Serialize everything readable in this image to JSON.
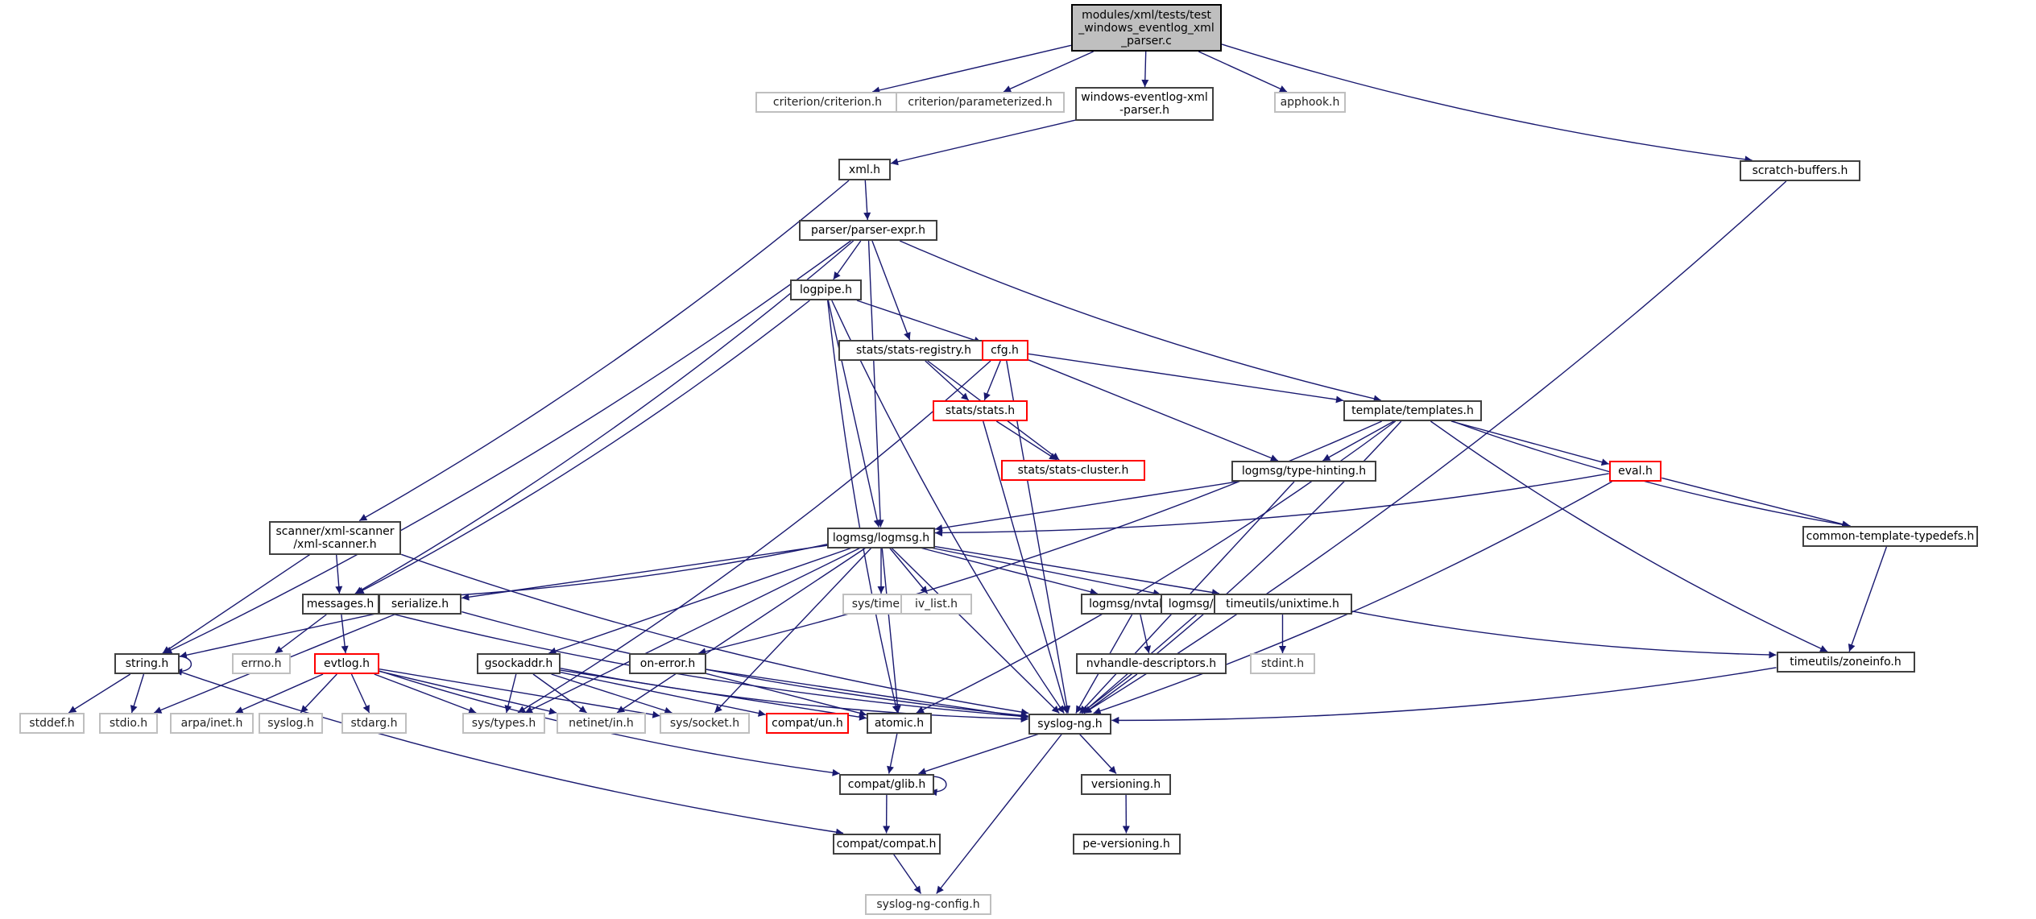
{
  "title": "modules/xml/tests/test_windows_eventlog_xml_parser.c",
  "colors": {
    "edge": "#191970",
    "node_border": "#404040",
    "external_border": "#bfbfbf",
    "incomplete_border": "#ff0000",
    "root_fill": "#bfbfbf"
  },
  "nodes": [
    {
      "id": "root",
      "label": "modules/xml/tests/test\n_windows_eventlog_xml\n_parser.c",
      "kind": "root"
    },
    {
      "id": "criterion",
      "label": "criterion/criterion.h",
      "kind": "ext"
    },
    {
      "id": "parameterized",
      "label": "criterion/parameterized.h",
      "kind": "ext"
    },
    {
      "id": "wexp",
      "label": "windows-eventlog-xml\n-parser.h",
      "kind": "doc"
    },
    {
      "id": "apphook",
      "label": "apphook.h",
      "kind": "ext"
    },
    {
      "id": "scratch",
      "label": "scratch-buffers.h",
      "kind": "doc"
    },
    {
      "id": "xml",
      "label": "xml.h",
      "kind": "doc"
    },
    {
      "id": "parserexpr",
      "label": "parser/parser-expr.h",
      "kind": "doc"
    },
    {
      "id": "logpipe",
      "label": "logpipe.h",
      "kind": "doc"
    },
    {
      "id": "statsreg",
      "label": "stats/stats-registry.h",
      "kind": "doc"
    },
    {
      "id": "cfg",
      "label": "cfg.h",
      "kind": "red"
    },
    {
      "id": "stats",
      "label": "stats/stats.h",
      "kind": "red"
    },
    {
      "id": "statscluster",
      "label": "stats/stats-cluster.h",
      "kind": "red"
    },
    {
      "id": "templates",
      "label": "template/templates.h",
      "kind": "doc"
    },
    {
      "id": "typehint",
      "label": "logmsg/type-hinting.h",
      "kind": "doc"
    },
    {
      "id": "eval",
      "label": "eval.h",
      "kind": "red"
    },
    {
      "id": "ctt",
      "label": "common-template-typedefs.h",
      "kind": "doc"
    },
    {
      "id": "xmlscanner",
      "label": "scanner/xml-scanner\n/xml-scanner.h",
      "kind": "doc"
    },
    {
      "id": "logmsg",
      "label": "logmsg/logmsg.h",
      "kind": "doc"
    },
    {
      "id": "messages",
      "label": "messages.h",
      "kind": "doc"
    },
    {
      "id": "serialize",
      "label": "serialize.h",
      "kind": "doc"
    },
    {
      "id": "systime",
      "label": "sys/time.h",
      "kind": "ext"
    },
    {
      "id": "ivlist",
      "label": "iv_list.h",
      "kind": "ext"
    },
    {
      "id": "nvtable",
      "label": "logmsg/nvtable.h",
      "kind": "doc"
    },
    {
      "id": "tags",
      "label": "logmsg/tags.h",
      "kind": "doc"
    },
    {
      "id": "unixtime",
      "label": "timeutils/unixtime.h",
      "kind": "doc"
    },
    {
      "id": "string",
      "label": "string.h",
      "kind": "doc"
    },
    {
      "id": "errno",
      "label": "errno.h",
      "kind": "ext"
    },
    {
      "id": "evtlog",
      "label": "evtlog.h",
      "kind": "red"
    },
    {
      "id": "gsockaddr",
      "label": "gsockaddr.h",
      "kind": "doc"
    },
    {
      "id": "onerror",
      "label": "on-error.h",
      "kind": "doc"
    },
    {
      "id": "nvhd",
      "label": "nvhandle-descriptors.h",
      "kind": "doc"
    },
    {
      "id": "stdint",
      "label": "stdint.h",
      "kind": "ext"
    },
    {
      "id": "zoneinfo",
      "label": "timeutils/zoneinfo.h",
      "kind": "doc"
    },
    {
      "id": "stddef",
      "label": "stddef.h",
      "kind": "ext"
    },
    {
      "id": "stdio",
      "label": "stdio.h",
      "kind": "ext"
    },
    {
      "id": "arpainet",
      "label": "arpa/inet.h",
      "kind": "ext"
    },
    {
      "id": "syslog",
      "label": "syslog.h",
      "kind": "ext"
    },
    {
      "id": "stdarg",
      "label": "stdarg.h",
      "kind": "ext"
    },
    {
      "id": "systypes",
      "label": "sys/types.h",
      "kind": "ext"
    },
    {
      "id": "netinet",
      "label": "netinet/in.h",
      "kind": "ext"
    },
    {
      "id": "syssocket",
      "label": "sys/socket.h",
      "kind": "ext"
    },
    {
      "id": "compatun",
      "label": "compat/un.h",
      "kind": "red"
    },
    {
      "id": "atomic",
      "label": "atomic.h",
      "kind": "doc"
    },
    {
      "id": "syslogng",
      "label": "syslog-ng.h",
      "kind": "doc"
    },
    {
      "id": "glib",
      "label": "compat/glib.h",
      "kind": "doc"
    },
    {
      "id": "versioning",
      "label": "versioning.h",
      "kind": "doc"
    },
    {
      "id": "compat",
      "label": "compat/compat.h",
      "kind": "doc"
    },
    {
      "id": "peversioning",
      "label": "pe-versioning.h",
      "kind": "doc"
    },
    {
      "id": "config",
      "label": "syslog-ng-config.h",
      "kind": "ext"
    }
  ],
  "edges": [
    [
      "root",
      "criterion"
    ],
    [
      "root",
      "parameterized"
    ],
    [
      "root",
      "wexp"
    ],
    [
      "root",
      "apphook"
    ],
    [
      "root",
      "scratch"
    ],
    [
      "wexp",
      "xml"
    ],
    [
      "xml",
      "parserexpr"
    ],
    [
      "xml",
      "xmlscanner"
    ],
    [
      "scratch",
      "syslogng"
    ],
    [
      "parserexpr",
      "logpipe"
    ],
    [
      "parserexpr",
      "string"
    ],
    [
      "parserexpr",
      "messages"
    ],
    [
      "parserexpr",
      "logmsg"
    ],
    [
      "parserexpr",
      "statsreg"
    ],
    [
      "parserexpr",
      "templates"
    ],
    [
      "logpipe",
      "cfg"
    ],
    [
      "logpipe",
      "messages"
    ],
    [
      "logpipe",
      "atomic"
    ],
    [
      "logpipe",
      "logmsg"
    ],
    [
      "logpipe",
      "syslogng"
    ],
    [
      "statsreg",
      "stats"
    ],
    [
      "statsreg",
      "statscluster"
    ],
    [
      "cfg",
      "stats"
    ],
    [
      "cfg",
      "templates"
    ],
    [
      "cfg",
      "typehint"
    ],
    [
      "cfg",
      "syslogng"
    ],
    [
      "cfg",
      "systypes"
    ],
    [
      "stats",
      "statscluster"
    ],
    [
      "stats",
      "syslogng"
    ],
    [
      "templates",
      "typehint"
    ],
    [
      "templates",
      "eval"
    ],
    [
      "templates",
      "ctt"
    ],
    [
      "templates",
      "zoneinfo"
    ],
    [
      "templates",
      "syslogng"
    ],
    [
      "templates",
      "onerror"
    ],
    [
      "templates",
      "atomic"
    ],
    [
      "typehint",
      "logmsg"
    ],
    [
      "typehint",
      "syslogng"
    ],
    [
      "eval",
      "logmsg"
    ],
    [
      "eval",
      "ctt"
    ],
    [
      "eval",
      "syslogng"
    ],
    [
      "ctt",
      "zoneinfo"
    ],
    [
      "xmlscanner",
      "messages"
    ],
    [
      "xmlscanner",
      "string"
    ],
    [
      "xmlscanner",
      "syslogng"
    ],
    [
      "logmsg",
      "messages"
    ],
    [
      "logmsg",
      "serialize"
    ],
    [
      "logmsg",
      "systime"
    ],
    [
      "logmsg",
      "ivlist"
    ],
    [
      "logmsg",
      "nvtable"
    ],
    [
      "logmsg",
      "tags"
    ],
    [
      "logmsg",
      "unixtime"
    ],
    [
      "logmsg",
      "gsockaddr"
    ],
    [
      "logmsg",
      "atomic"
    ],
    [
      "logmsg",
      "syslogng"
    ],
    [
      "logmsg",
      "systypes"
    ],
    [
      "logmsg",
      "netinet"
    ],
    [
      "logmsg",
      "syssocket"
    ],
    [
      "messages",
      "errno"
    ],
    [
      "messages",
      "evtlog"
    ],
    [
      "messages",
      "syslogng"
    ],
    [
      "serialize",
      "string"
    ],
    [
      "serialize",
      "stdio"
    ],
    [
      "serialize",
      "syslogng"
    ],
    [
      "nvtable",
      "nvhd"
    ],
    [
      "nvtable",
      "syslogng"
    ],
    [
      "tags",
      "syslogng"
    ],
    [
      "unixtime",
      "stdint"
    ],
    [
      "unixtime",
      "zoneinfo"
    ],
    [
      "zoneinfo",
      "syslogng"
    ],
    [
      "nvhd",
      "syslogng"
    ],
    [
      "string",
      "string"
    ],
    [
      "string",
      "stddef"
    ],
    [
      "string",
      "stdio"
    ],
    [
      "string",
      "compat"
    ],
    [
      "evtlog",
      "arpainet"
    ],
    [
      "evtlog",
      "syslog"
    ],
    [
      "evtlog",
      "stdarg"
    ],
    [
      "evtlog",
      "systypes"
    ],
    [
      "evtlog",
      "netinet"
    ],
    [
      "evtlog",
      "syssocket"
    ],
    [
      "evtlog",
      "glib"
    ],
    [
      "gsockaddr",
      "systypes"
    ],
    [
      "gsockaddr",
      "netinet"
    ],
    [
      "gsockaddr",
      "syssocket"
    ],
    [
      "gsockaddr",
      "compatun"
    ],
    [
      "gsockaddr",
      "atomic"
    ],
    [
      "gsockaddr",
      "syslogng"
    ],
    [
      "onerror",
      "atomic"
    ],
    [
      "onerror",
      "syslogng"
    ],
    [
      "atomic",
      "glib"
    ],
    [
      "syslogng",
      "glib"
    ],
    [
      "syslogng",
      "versioning"
    ],
    [
      "syslogng",
      "config"
    ],
    [
      "glib",
      "glib"
    ],
    [
      "glib",
      "compat"
    ],
    [
      "versioning",
      "peversioning"
    ],
    [
      "compat",
      "config"
    ]
  ]
}
